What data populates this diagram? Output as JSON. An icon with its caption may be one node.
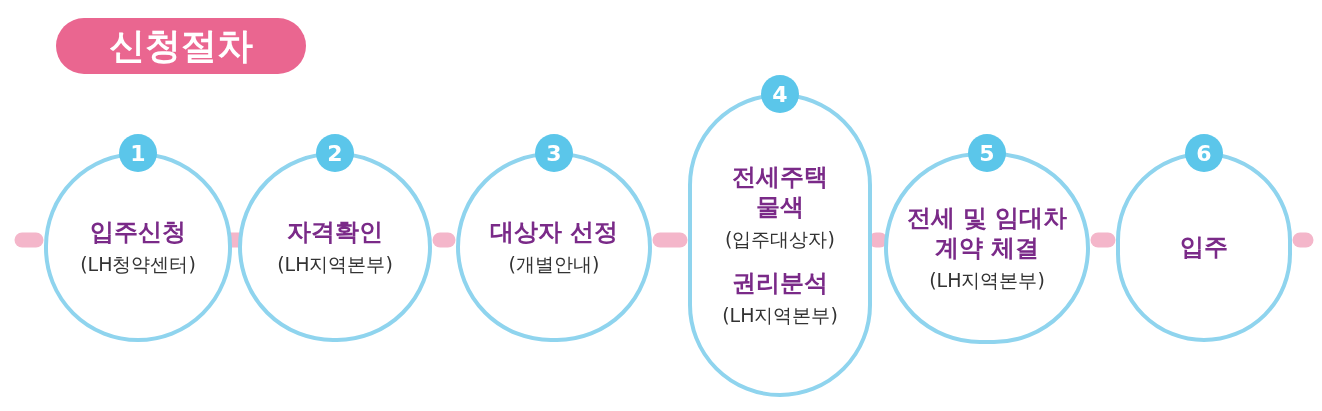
{
  "diagram": {
    "title": "신청절차",
    "nodes": [
      {
        "text": [
          "1",
          "입주신청",
          "(LH청약센터)"
        ]
      },
      {
        "text": [
          "2",
          "자격확인",
          "(LH지역본부)"
        ]
      },
      {
        "text": [
          "3",
          "대상자 선정",
          "(개별안내)"
        ]
      },
      {
        "text": [
          "4",
          "전세주택 물색",
          "(입주대상자)",
          "권리분석",
          "(LH지역본부)"
        ]
      },
      {
        "text": [
          "5",
          "전세 및 임대차 계약 체결",
          "(LH지역본부)"
        ]
      },
      {
        "text": [
          "6",
          "입주"
        ]
      }
    ],
    "edges": [
      {
        "from": null,
        "to": 0,
        "arrow": "none"
      },
      {
        "from": 0,
        "to": 1,
        "arrow": "none"
      },
      {
        "from": 1,
        "to": 2,
        "arrow": "none"
      },
      {
        "from": 2,
        "to": 3,
        "arrow": "none"
      },
      {
        "from": 3,
        "to": 4,
        "arrow": "none"
      },
      {
        "from": 4,
        "to": 5,
        "arrow": "none"
      },
      {
        "from": 5,
        "to": null,
        "arrow": "none"
      }
    ]
  }
}
